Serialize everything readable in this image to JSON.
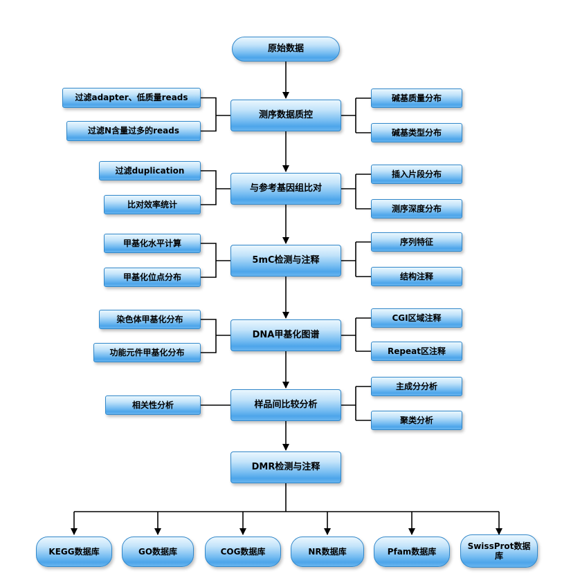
{
  "diagram": {
    "start": "原始数据",
    "stages": [
      {
        "center": "测序数据质控",
        "left": [
          "过滤adapter、低质量reads",
          "过滤N含量过多的reads"
        ],
        "right": [
          "碱基质量分布",
          "碱基类型分布"
        ]
      },
      {
        "center": "与参考基因组比对",
        "left": [
          "过滤duplication",
          "比对效率统计"
        ],
        "right": [
          "插入片段分布",
          "测序深度分布"
        ]
      },
      {
        "center": "5mC检测与注释",
        "left": [
          "甲基化水平计算",
          "甲基化位点分布"
        ],
        "right": [
          "序列特征",
          "结构注释"
        ]
      },
      {
        "center": "DNA甲基化图谱",
        "left": [
          "染色体甲基化分布",
          "功能元件甲基化分布"
        ],
        "right": [
          "CGI区域注释",
          "Repeat区注释"
        ]
      },
      {
        "center": "样品间比较分析",
        "left": [
          "相关性分析"
        ],
        "right": [
          "主成分分析",
          "聚类分析"
        ]
      },
      {
        "center": "DMR检测与注释",
        "left": [],
        "right": []
      }
    ],
    "databases": [
      "KEGG数据库",
      "GO数据库",
      "COG数据库",
      "NR数据库",
      "Pfam数据库",
      "SwissProt数据库"
    ],
    "colors": {
      "box_fill_top": "#eaf7fe",
      "box_fill_bottom": "#4da5ea",
      "box_border": "#2f86c9",
      "connector": "#000000",
      "text": "#000000",
      "background": "#ffffff"
    }
  }
}
